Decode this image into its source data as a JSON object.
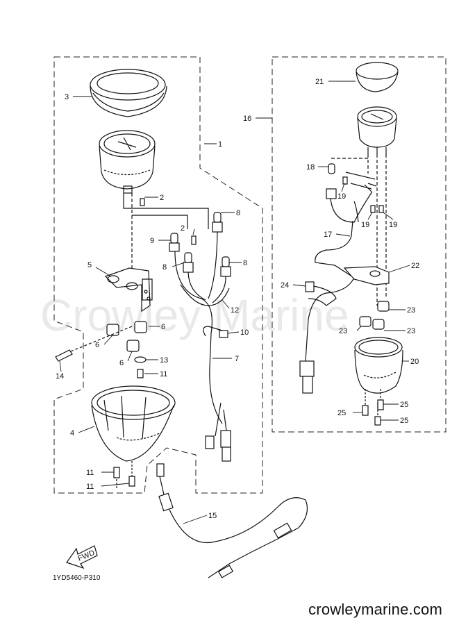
{
  "watermark": "Crowley Marine",
  "diagram_code": "1YD5460-P310",
  "footer_url": "crowleymarine.com",
  "fwd_label": "FWD",
  "callouts": [
    {
      "id": "1",
      "label": "1"
    },
    {
      "id": "2a",
      "label": "2"
    },
    {
      "id": "2b",
      "label": "2"
    },
    {
      "id": "3",
      "label": "3"
    },
    {
      "id": "4",
      "label": "4"
    },
    {
      "id": "5",
      "label": "5"
    },
    {
      "id": "6a",
      "label": "6"
    },
    {
      "id": "6b",
      "label": "6"
    },
    {
      "id": "6c",
      "label": "6"
    },
    {
      "id": "7",
      "label": "7"
    },
    {
      "id": "8a",
      "label": "8"
    },
    {
      "id": "8b",
      "label": "8"
    },
    {
      "id": "8c",
      "label": "8"
    },
    {
      "id": "9",
      "label": "9"
    },
    {
      "id": "10",
      "label": "10"
    },
    {
      "id": "11a",
      "label": "11"
    },
    {
      "id": "11b",
      "label": "11"
    },
    {
      "id": "11c",
      "label": "11"
    },
    {
      "id": "12",
      "label": "12"
    },
    {
      "id": "13",
      "label": "13"
    },
    {
      "id": "14",
      "label": "14"
    },
    {
      "id": "15",
      "label": "15"
    },
    {
      "id": "16",
      "label": "16"
    },
    {
      "id": "17",
      "label": "17"
    },
    {
      "id": "18",
      "label": "18"
    },
    {
      "id": "19a",
      "label": "19"
    },
    {
      "id": "19b",
      "label": "19"
    },
    {
      "id": "19c",
      "label": "19"
    },
    {
      "id": "20",
      "label": "20"
    },
    {
      "id": "21",
      "label": "21"
    },
    {
      "id": "22",
      "label": "22"
    },
    {
      "id": "23a",
      "label": "23"
    },
    {
      "id": "23b",
      "label": "23"
    },
    {
      "id": "23c",
      "label": "23"
    },
    {
      "id": "24",
      "label": "24"
    },
    {
      "id": "25a",
      "label": "25"
    },
    {
      "id": "25b",
      "label": "25"
    },
    {
      "id": "25c",
      "label": "25"
    }
  ]
}
